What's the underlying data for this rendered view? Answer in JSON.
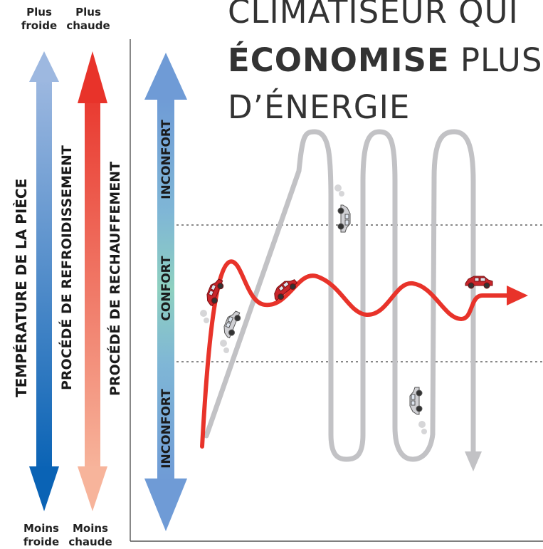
{
  "corners": {
    "top_left": [
      "Plus",
      "froide"
    ],
    "top_right": [
      "Plus",
      "chaude"
    ],
    "bottom_left": [
      "Moins",
      "froide"
    ],
    "bottom_right": [
      "Moins",
      "chaude"
    ]
  },
  "axis_labels": {
    "room_temperature": "TEMPÉRATURE DE LA PIÈCE",
    "cooling_process": "PROCÉDÉ DE REFROIDISSEMENT",
    "heating_process": "PROCÉDÉ DE RECHAUFFEMENT"
  },
  "zones": {
    "top": "INCONFORT",
    "middle": "CONFORT",
    "bottom": "INCONFORT"
  },
  "title": {
    "line1": "CLIMATISEUR QUI",
    "line2_bold": "ÉCONOMISE",
    "line2_rest": " PLUS",
    "line3": "D’ÉNERGIE"
  },
  "colors": {
    "cool_top": "#9db8e0",
    "cool_bottom": "#0a63b5",
    "warm_top": "#e8332a",
    "warm_bottom": "#f7b49b",
    "comfort_arrow_ends": "#6f9bd6",
    "comfort_arrow_mid": "#86cdc0",
    "inverter_curve": "#e8332a",
    "onoff_curve": "#c2c2c5",
    "threshold_lines": "#888888"
  },
  "icons": {
    "car_red": "car-icon",
    "car_grey": "car-icon"
  }
}
